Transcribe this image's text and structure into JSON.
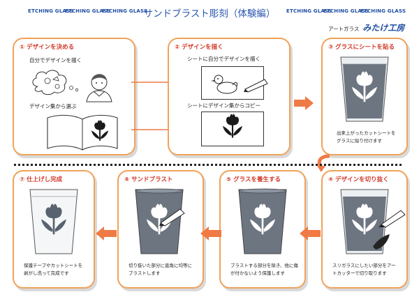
{
  "header": {
    "brand_tags": [
      "ETCHING GLASS",
      "ETCHING GLASS",
      "ETCHING GLASS",
      "ETCHING GLASS",
      "ETCHING GLASS",
      "ETCHING GLASS"
    ],
    "title": "サンドブラスト彫刻（体験編）",
    "shop_prefix": "アートガラス",
    "shop_name": "みたけ工房"
  },
  "steps": [
    {
      "title": "① デザインを決める",
      "lines": [
        "自分でデザインを描く",
        "デザイン集から選ぶ"
      ]
    },
    {
      "title": "② デザインを描く",
      "lines": [
        "シートに自分でデザインを描く",
        "シートにデザイン集からコピー"
      ]
    },
    {
      "title": "③ グラスにシートを貼る",
      "desc": "出来上がったカットシートをグラスに貼り付けます"
    },
    {
      "title": "④ デザインを切り抜く",
      "desc": "スリガラスにしたい部分をアートカッターで切り取ります"
    },
    {
      "title": "⑤ グラスを養生する",
      "desc": "ブラストする部分を除き、他に傷が付かないよう保護します"
    },
    {
      "title": "⑥ サンドブラスト",
      "desc": "切り抜いた部分に直角に均等にブラストします"
    },
    {
      "title": "⑦ 仕上げし完成",
      "desc": "保護テープやカットシートを剥がし洗って完成です"
    }
  ],
  "colors": {
    "box_border": "#f0a259",
    "step_title": "#d23a2a",
    "arrow": "#f07a45",
    "header_blue": "#1f4fa3",
    "glass_dark": "#6d7581",
    "glass_light": "#eceff2"
  },
  "icons": [
    "thinking-person",
    "tulip",
    "duck",
    "pencil",
    "knife",
    "blast-nozzle"
  ]
}
